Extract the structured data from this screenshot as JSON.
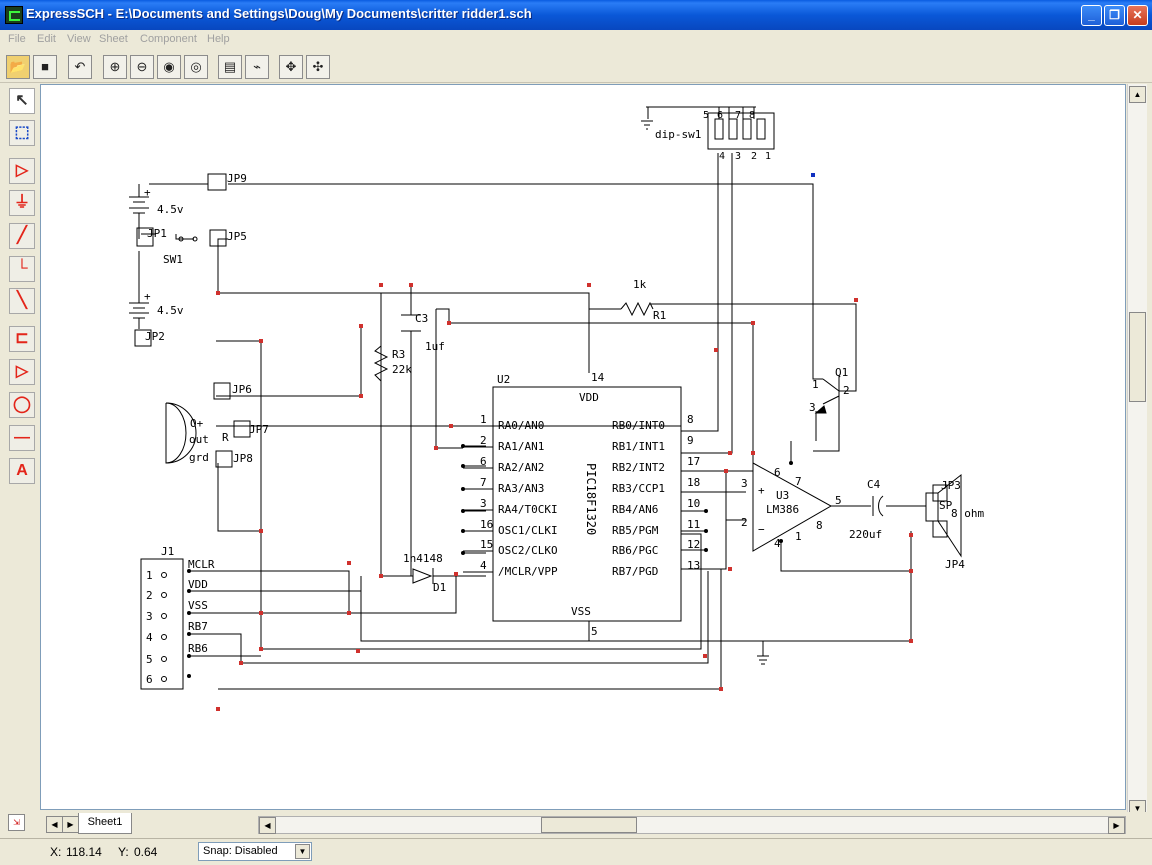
{
  "window": {
    "title": "ExpressSCH - E:\\Documents and Settings\\Doug\\My Documents\\critter ridder1.sch"
  },
  "menu": [
    "File",
    "Edit",
    "View",
    "Sheet",
    "Component",
    "Help"
  ],
  "toolbar_icons": [
    "open-folder-icon",
    "save-disk-icon",
    "undo-icon",
    "zoom-in-icon",
    "zoom-out-icon",
    "zoom-area-icon",
    "zoom-fit-icon",
    "properties-icon",
    "netlist-icon",
    "pan-icon",
    "pan-all-icon"
  ],
  "left_tools": [
    "select-arrow-icon",
    "select-region-icon",
    "component-icon",
    "ground-icon",
    "wire-icon",
    "bus-icon",
    "bus-entry-icon",
    "chip-icon",
    "port-icon",
    "circle-icon",
    "pin-icon",
    "text-icon"
  ],
  "schematic": {
    "chip": {
      "ref": "U2",
      "name": "PIC18F1320",
      "top": "VDD",
      "bottom": "VSS",
      "top_pin": "14",
      "bottom_pin": "5",
      "left_pins": [
        {
          "num": "1",
          "name": "RA0/AN0"
        },
        {
          "num": "2",
          "name": "RA1/AN1"
        },
        {
          "num": "6",
          "name": "RA2/AN2"
        },
        {
          "num": "7",
          "name": "RA3/AN3"
        },
        {
          "num": "3",
          "name": "RA4/T0CKI"
        },
        {
          "num": "16",
          "name": "OSC1/CLKI"
        },
        {
          "num": "15",
          "name": "OSC2/CLKO"
        },
        {
          "num": "4",
          "name": "/MCLR/VPP"
        }
      ],
      "right_pins": [
        {
          "num": "8",
          "name": "RB0/INT0"
        },
        {
          "num": "9",
          "name": "RB1/INT1"
        },
        {
          "num": "17",
          "name": "RB2/INT2"
        },
        {
          "num": "18",
          "name": "RB3/CCP1"
        },
        {
          "num": "10",
          "name": "RB4/AN6"
        },
        {
          "num": "11",
          "name": "RB5/PGM"
        },
        {
          "num": "12",
          "name": "RB6/PGC"
        },
        {
          "num": "13",
          "name": "RB7/PGD"
        }
      ]
    },
    "amp": {
      "ref": "U3",
      "name": "LM386",
      "plus": "+",
      "minus": "−",
      "pins": [
        "3",
        "2",
        "5",
        "6",
        "7",
        "1",
        "8",
        "4"
      ]
    },
    "header": {
      "ref": "J1",
      "pins": [
        {
          "num": "1",
          "name": "MCLR"
        },
        {
          "num": "2",
          "name": "VDD"
        },
        {
          "num": "3",
          "name": "VSS"
        },
        {
          "num": "4",
          "name": "RB7"
        },
        {
          "num": "5",
          "name": "RB6"
        },
        {
          "num": "6",
          "name": ""
        }
      ]
    },
    "dip": {
      "name": "dip-sw1",
      "top_pins": [
        "5",
        "6",
        "7",
        "8"
      ],
      "bottom_pins": [
        "4",
        "3",
        "2",
        "1"
      ]
    },
    "labels": {
      "jp9": "JP9",
      "jp1": "JP1",
      "jp5": "JP5",
      "jp2": "JP2",
      "jp6": "JP6",
      "jp7": "JP7",
      "jp8": "JP8",
      "jp3": "JP3",
      "jp4": "JP4",
      "sw1": "SW1",
      "bat1": "4.5v",
      "bat2": "4.5v",
      "plus1": "+",
      "plus2": "+",
      "r1_val": "1k",
      "r1": "R1",
      "r3": "R3",
      "r3_val": "22k",
      "c3": "C3",
      "c3_val": "1uf",
      "d1_val": "1n4148",
      "d1": "D1",
      "c4": "C4",
      "c4_val": "220uf",
      "sp": "SP",
      "ohm": "8 ohm",
      "q1": "Q1",
      "q_e": "1",
      "q_b": "2",
      "q_c": "3",
      "ir_o": "O+",
      "ir_out": "out",
      "ir_grd": "grd",
      "ir_r": "R"
    }
  },
  "tabs": {
    "sheet": "Sheet1"
  },
  "status": {
    "x_label": "X:",
    "x": "118.14",
    "y_label": "Y:",
    "y": "0.64",
    "snap": "Snap: Disabled"
  }
}
